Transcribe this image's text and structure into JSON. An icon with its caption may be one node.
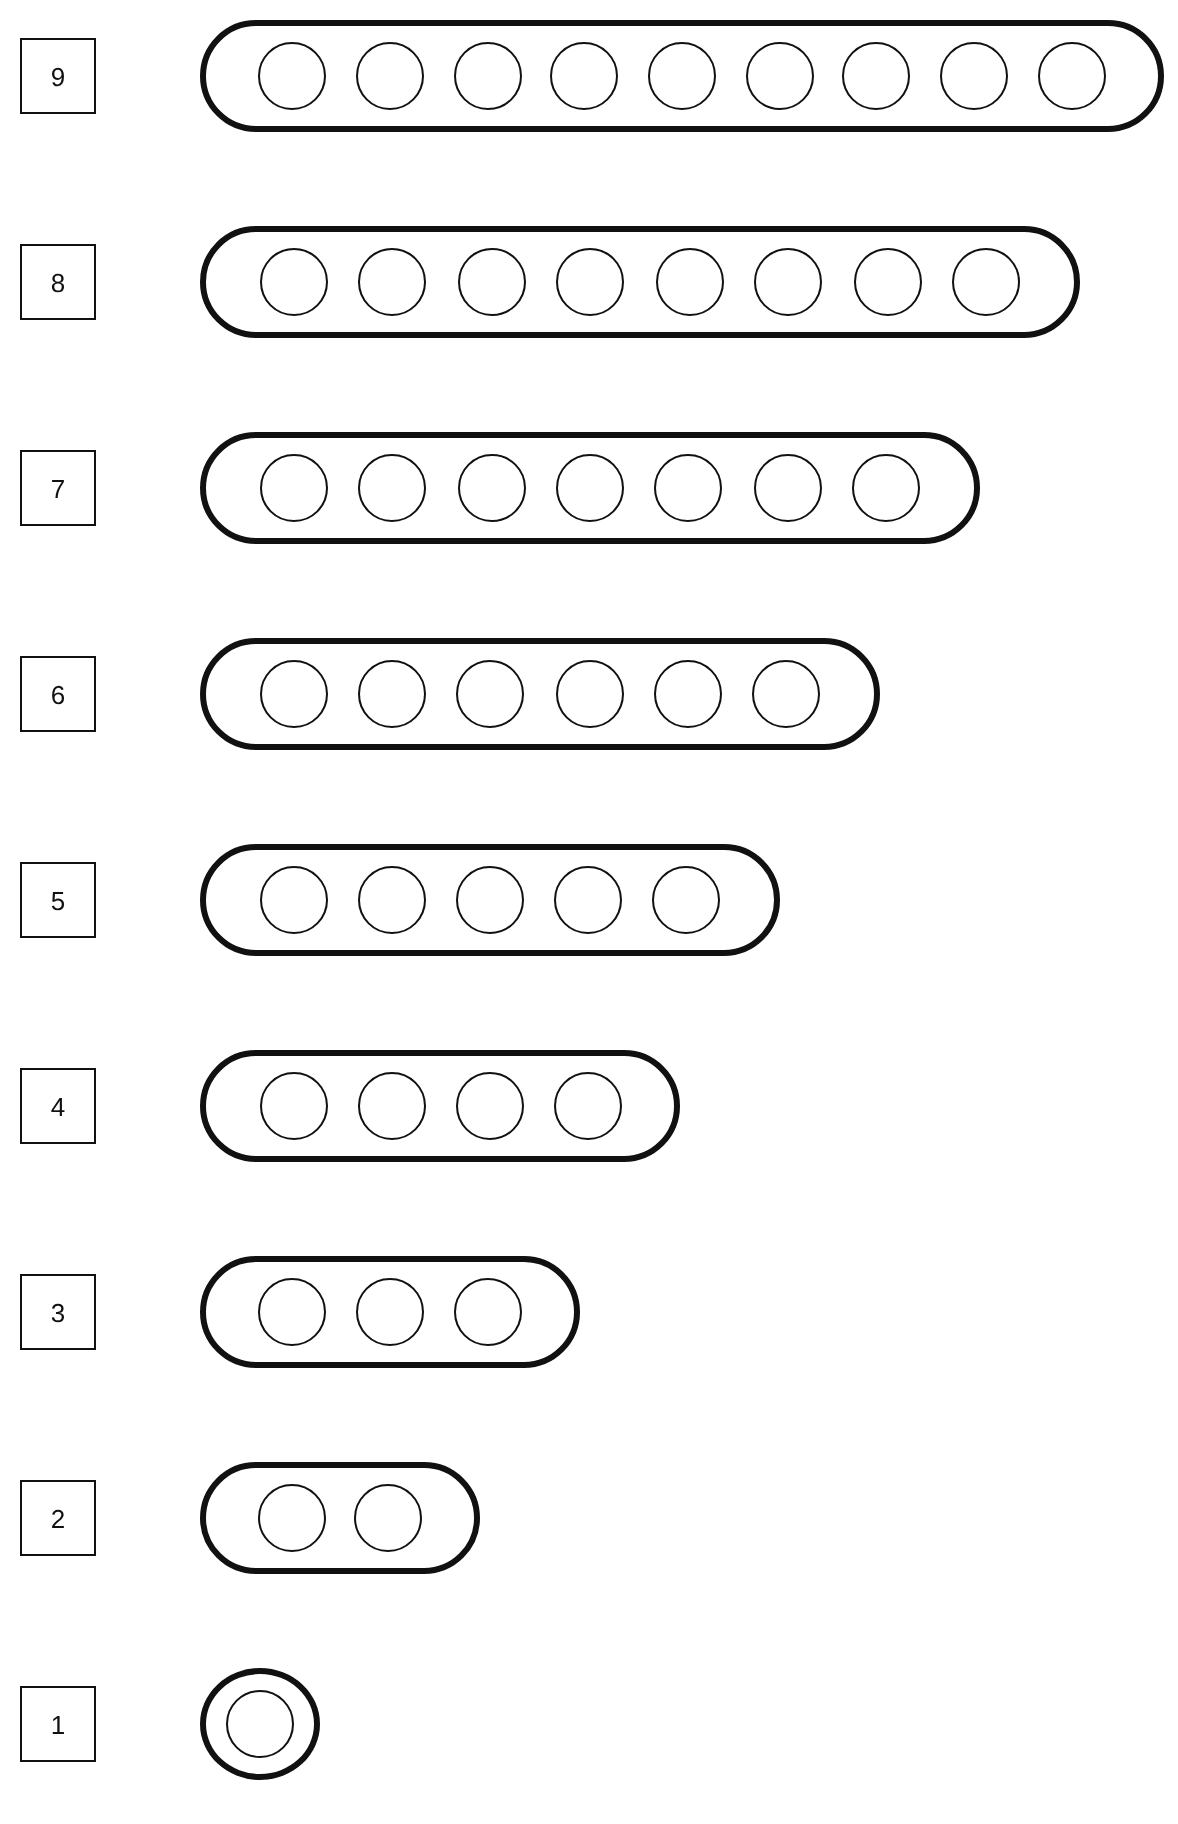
{
  "diagram": {
    "nodes": [
      {
        "text": [
          "9"
        ]
      },
      {
        "text": [],
        "shape": "bar"
      },
      {
        "text": [],
        "shape": "circle",
        "in": 1
      },
      {
        "text": [],
        "shape": "circle",
        "in": 1
      },
      {
        "text": [],
        "shape": "circle",
        "in": 1
      },
      {
        "text": [],
        "shape": "circle",
        "in": 1
      },
      {
        "text": [],
        "shape": "circle",
        "in": 1
      },
      {
        "text": [],
        "shape": "circle",
        "in": 1
      },
      {
        "text": [],
        "shape": "circle",
        "in": 1
      },
      {
        "text": [],
        "shape": "circle",
        "in": 1
      },
      {
        "text": [],
        "shape": "circle",
        "in": 1
      },
      {
        "text": [
          "8"
        ]
      },
      {
        "text": [],
        "shape": "bar"
      },
      {
        "text": [],
        "shape": "circle",
        "in": 12
      },
      {
        "text": [],
        "shape": "circle",
        "in": 12
      },
      {
        "text": [],
        "shape": "circle",
        "in": 12
      },
      {
        "text": [],
        "shape": "circle",
        "in": 12
      },
      {
        "text": [],
        "shape": "circle",
        "in": 12
      },
      {
        "text": [],
        "shape": "circle",
        "in": 12
      },
      {
        "text": [],
        "shape": "circle",
        "in": 12
      },
      {
        "text": [],
        "shape": "circle",
        "in": 12
      },
      {
        "text": [
          "7"
        ]
      },
      {
        "text": [],
        "shape": "bar"
      },
      {
        "text": [],
        "shape": "circle",
        "in": 22
      },
      {
        "text": [],
        "shape": "circle",
        "in": 22
      },
      {
        "text": [],
        "shape": "circle",
        "in": 22
      },
      {
        "text": [],
        "shape": "circle",
        "in": 22
      },
      {
        "text": [],
        "shape": "circle",
        "in": 22
      },
      {
        "text": [],
        "shape": "circle",
        "in": 22
      },
      {
        "text": [],
        "shape": "circle",
        "in": 22
      },
      {
        "text": [
          "6"
        ]
      },
      {
        "text": [],
        "shape": "bar"
      },
      {
        "text": [],
        "shape": "circle",
        "in": 31
      },
      {
        "text": [],
        "shape": "circle",
        "in": 31
      },
      {
        "text": [],
        "shape": "circle",
        "in": 31
      },
      {
        "text": [],
        "shape": "circle",
        "in": 31
      },
      {
        "text": [],
        "shape": "circle",
        "in": 31
      },
      {
        "text": [],
        "shape": "circle",
        "in": 31
      },
      {
        "text": [
          "5"
        ]
      },
      {
        "text": [],
        "shape": "bar"
      },
      {
        "text": [],
        "shape": "circle",
        "in": 39
      },
      {
        "text": [],
        "shape": "circle",
        "in": 39
      },
      {
        "text": [],
        "shape": "circle",
        "in": 39
      },
      {
        "text": [],
        "shape": "circle",
        "in": 39
      },
      {
        "text": [],
        "shape": "circle",
        "in": 39
      },
      {
        "text": [
          "4"
        ]
      },
      {
        "text": [],
        "shape": "bar"
      },
      {
        "text": [],
        "shape": "circle",
        "in": 46
      },
      {
        "text": [],
        "shape": "circle",
        "in": 46
      },
      {
        "text": [],
        "shape": "circle",
        "in": 46
      },
      {
        "text": [],
        "shape": "circle",
        "in": 46
      },
      {
        "text": [
          "3"
        ]
      },
      {
        "text": [],
        "shape": "bar"
      },
      {
        "text": [],
        "shape": "circle",
        "in": 52
      },
      {
        "text": [],
        "shape": "circle",
        "in": 52
      },
      {
        "text": [],
        "shape": "circle",
        "in": 52
      },
      {
        "text": [
          "2"
        ]
      },
      {
        "text": [],
        "shape": "bar"
      },
      {
        "text": [],
        "shape": "circle",
        "in": 57
      },
      {
        "text": [],
        "shape": "circle",
        "in": 57
      },
      {
        "text": [
          "1"
        ]
      },
      {
        "text": [],
        "shape": "bar"
      },
      {
        "text": [],
        "shape": "circle",
        "in": 61
      }
    ]
  }
}
